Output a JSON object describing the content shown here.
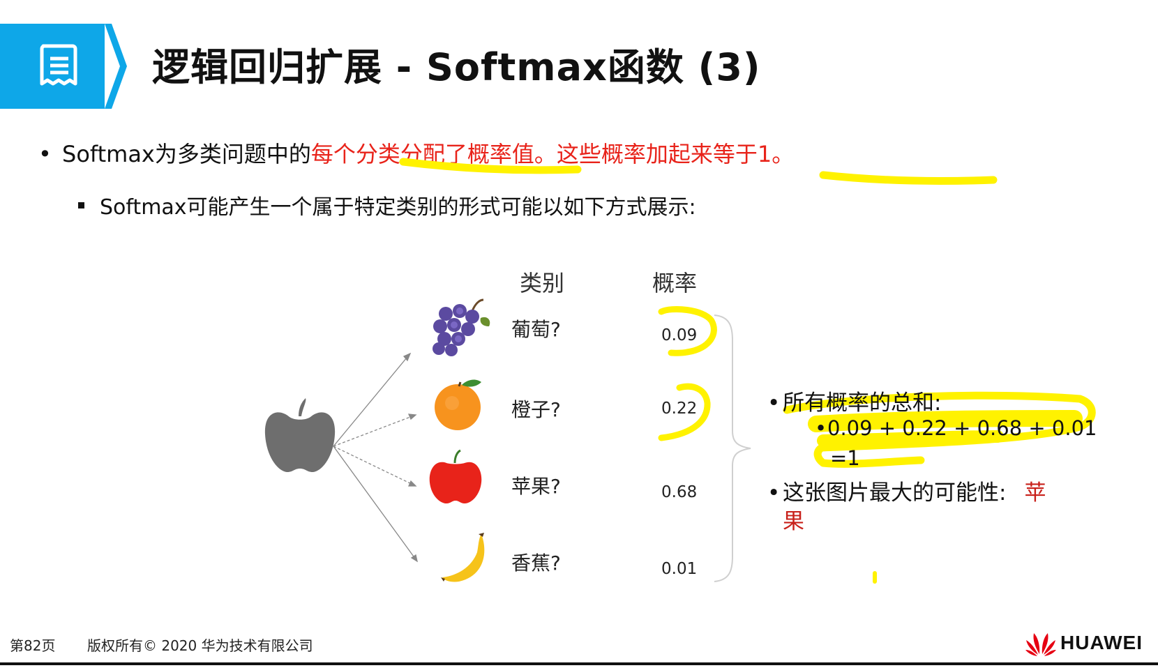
{
  "title": "逻辑回归扩展 - Softmax函数 (3)",
  "bullets": {
    "main_prefix": "Softmax为多类问题中的",
    "main_highlight": "每个分类分配了概率值。这些概率加起来等于1。",
    "sub": "Softmax可能产生一个属于特定类别的形式可能以如下方式展示:"
  },
  "table": {
    "col_category": "类别",
    "col_probability": "概率",
    "rows": [
      {
        "icon": "grapes-icon",
        "label": "葡萄?",
        "prob": "0.09"
      },
      {
        "icon": "orange-icon",
        "label": "橙子?",
        "prob": "0.22"
      },
      {
        "icon": "apple-icon",
        "label": "苹果?",
        "prob": "0.68"
      },
      {
        "icon": "banana-icon",
        "label": "香蕉?",
        "prob": "0.01"
      }
    ]
  },
  "summary": {
    "sum_title": "所有概率的总和:",
    "sum_expr": "0.09 + 0.22 + 0.68 + 0.01",
    "sum_result": "=1",
    "max_prefix": "这张图片最大的可能性:",
    "max_line1": "苹",
    "max_line2": "果"
  },
  "footer": {
    "page": "第82页",
    "copyright": "版权所有© 2020 华为技术有限公司",
    "brand": "HUAWEI"
  },
  "colors": {
    "accent_blue": "#0ea7e8",
    "highlight_red": "#e8231a",
    "marker_yellow": "#fff200",
    "huawei_red": "#e60012"
  }
}
